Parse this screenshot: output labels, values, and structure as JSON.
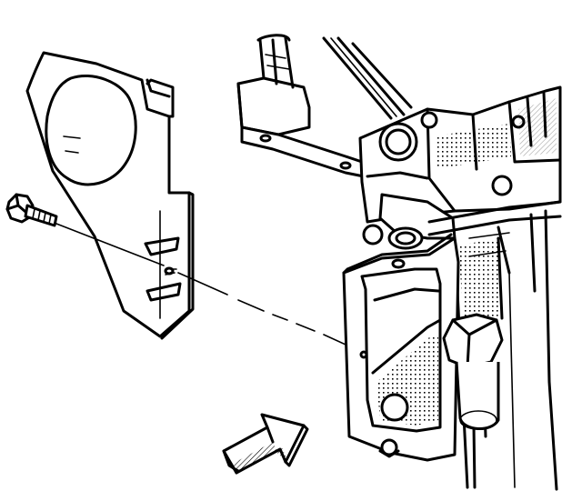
{
  "diagram": {
    "kind": "technical line drawing",
    "parts": [
      "cover-plate",
      "mounting-bolt",
      "engine-block",
      "bracket",
      "connector",
      "module-housing",
      "hex-nut",
      "direction-arrow"
    ],
    "colors": {
      "ink": "#000000",
      "paper": "#ffffff"
    },
    "icons": {
      "direction_arrow": "arrow-up-right-icon",
      "bolt": "bolt-icon"
    }
  }
}
